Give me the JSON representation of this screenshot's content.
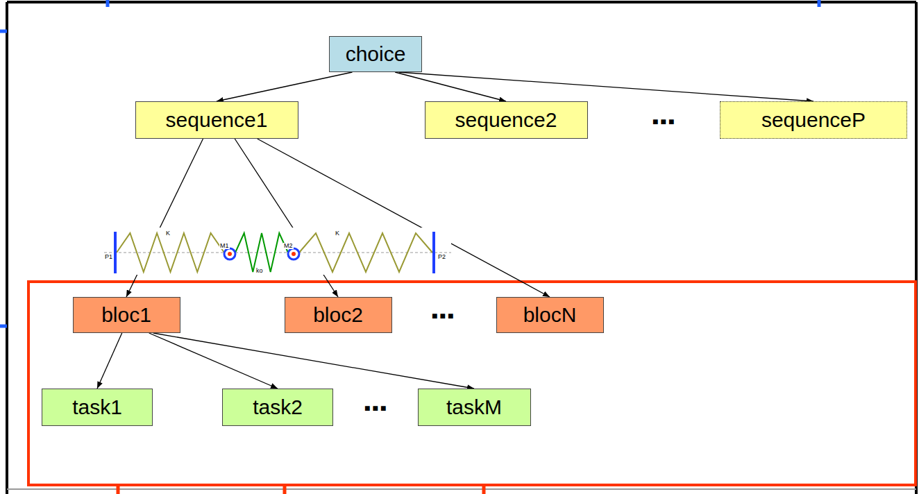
{
  "diagram": {
    "nodes": [
      {
        "text": [
          "choice"
        ]
      },
      {
        "text": [
          "sequence1"
        ]
      },
      {
        "text": [
          "sequence2"
        ]
      },
      {
        "text": [
          "sequenceP"
        ]
      },
      {
        "text": [
          "bloc1"
        ]
      },
      {
        "text": [
          "bloc2"
        ]
      },
      {
        "text": [
          "blocN"
        ]
      },
      {
        "text": [
          "task1"
        ]
      },
      {
        "text": [
          "task2"
        ]
      },
      {
        "text": [
          "taskM"
        ]
      }
    ],
    "edges": [
      {
        "from": 0,
        "to": 1,
        "arrow": "to"
      },
      {
        "from": 0,
        "to": 2,
        "arrow": "to"
      },
      {
        "from": 0,
        "to": 3,
        "arrow": "to"
      },
      {
        "from": 1,
        "to": 4,
        "arrow": "to"
      },
      {
        "from": 1,
        "to": 5,
        "arrow": "to"
      },
      {
        "from": 1,
        "to": 6,
        "arrow": "to"
      },
      {
        "from": 4,
        "to": 7,
        "arrow": "to"
      },
      {
        "from": 4,
        "to": 8,
        "arrow": "to"
      },
      {
        "from": 4,
        "to": 9,
        "arrow": "to"
      }
    ],
    "labels": [
      "■■■",
      "■■■",
      "■■■",
      "K",
      "M1",
      "M2",
      "K",
      "P1",
      "P2",
      "ko"
    ]
  }
}
